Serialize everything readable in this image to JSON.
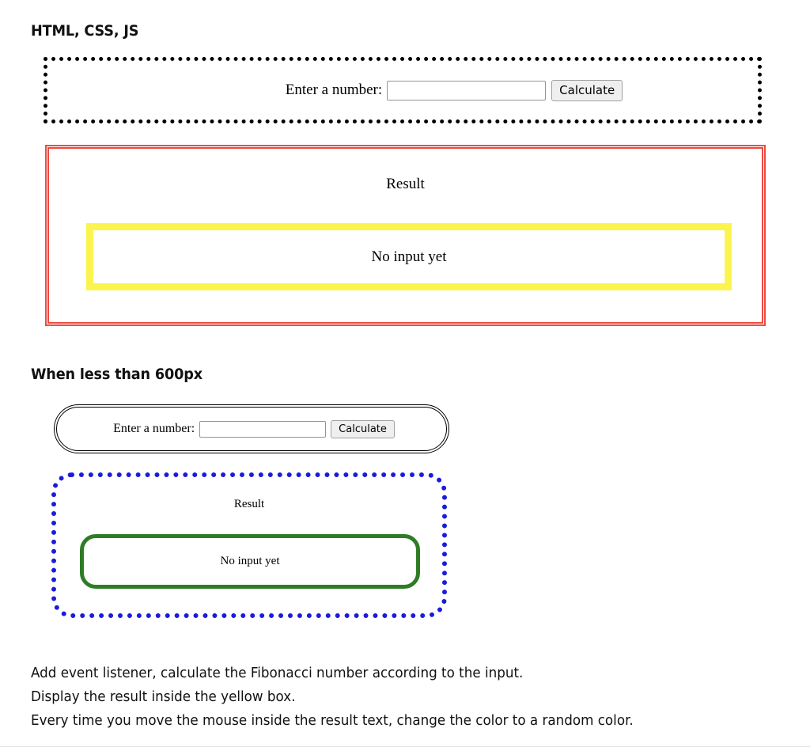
{
  "headings": {
    "desktop": "HTML, CSS, JS",
    "mobile": "When less than 600px"
  },
  "desktop_view": {
    "form": {
      "label": "Enter a number:",
      "input_value": "",
      "input_placeholder": "",
      "button_label": "Calculate",
      "border_color": "#000000",
      "border_style": "dotted"
    },
    "result_panel": {
      "title": "Result",
      "value": "No input yet",
      "panel_border_color": "#ee4b41",
      "panel_border_style": "double",
      "value_border_color": "#fbf44f",
      "value_border_style": "solid"
    }
  },
  "mobile_view": {
    "form": {
      "label": "Enter a number:",
      "input_value": "",
      "input_placeholder": "",
      "button_label": "Calculate",
      "border_color": "#000000",
      "border_style": "double"
    },
    "result_panel": {
      "title": "Result",
      "value": "No input yet",
      "panel_border_color": "#1b1bdd",
      "panel_border_style": "dotted",
      "value_border_color": "#2e7d26",
      "value_border_style": "solid"
    }
  },
  "instructions": [
    "Add event listener, calculate the Fibonacci number according to the input.",
    "Display the result inside the yellow box.",
    "Every time you move the mouse inside the result text, change the color to a random color."
  ]
}
